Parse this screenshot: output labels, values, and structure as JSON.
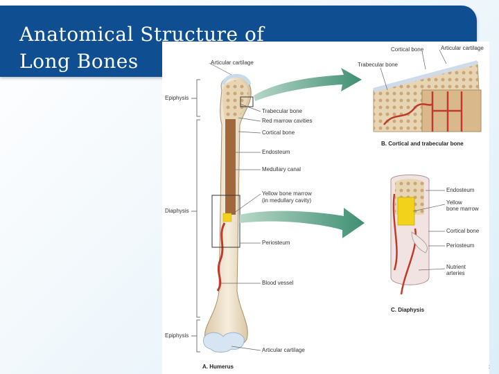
{
  "slide": {
    "title": "Anatomical Structure of\nLong Bones",
    "corner_mark": ":"
  },
  "figure": {
    "panel_a": {
      "caption": "A.  Humerus",
      "region_labels": [
        "Epiphysis",
        "Diaphysis",
        "Epiphysis"
      ],
      "labels": [
        "Articular cartilage",
        "Trabecular bone",
        "Red marrow cavities",
        "Cortical bone",
        "Endosteum",
        "Medullary canal",
        "Yellow bone marrow",
        "(in medullary cavity)",
        "Periosteum",
        "Blood vessel",
        "Articular cartilage"
      ]
    },
    "panel_b": {
      "caption": "B.  Cortical and trabecular bone",
      "labels": [
        "Cortical bone",
        "Articular cartilage",
        "Trabecular bone"
      ]
    },
    "panel_c": {
      "caption": "C.  Diaphysis",
      "labels": [
        "Endosteum",
        "Yellow",
        "bone marrow",
        "Cortical bone",
        "Periosteum",
        "Nutrient",
        "arteries"
      ]
    }
  },
  "colors": {
    "title_bar": "#0f4f91",
    "bone": "#f1e6d2",
    "marrow_yellow": "#f2d21a",
    "vessel_red": "#c0392b",
    "arrow_green": "#4f9a7e",
    "cartilage_blue": "#d7e4f2"
  }
}
